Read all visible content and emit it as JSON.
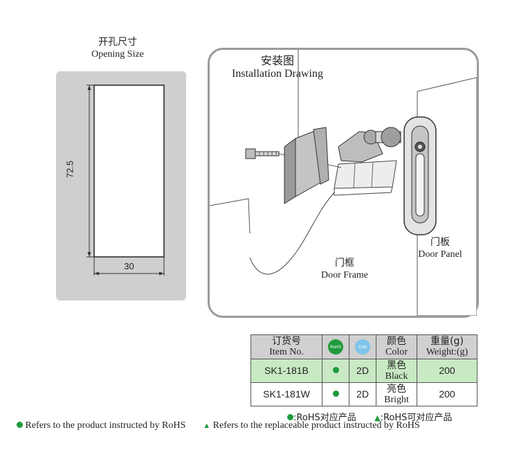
{
  "opening": {
    "title_cn": "开孔尺寸",
    "title_en": "Opening Size",
    "height_dim": "72.5",
    "width_dim": "30"
  },
  "installation": {
    "title_cn": "安装图",
    "title_en": "Installation Drawing",
    "door_panel_cn": "门板",
    "door_panel_en": "Door Panel",
    "door_frame_cn": "门框",
    "door_frame_en": "Door Frame"
  },
  "table": {
    "headers": {
      "item_cn": "订货号",
      "item_en": "Item No.",
      "rohs_badge": "RoHS",
      "cad_badge": "CAD",
      "color_cn": "颜色",
      "color_en": "Color",
      "weight_cn": "重量(g)",
      "weight_en": "Weight:(g)"
    },
    "rows": [
      {
        "item": "SK1-181B",
        "cad": "2D",
        "color_cn": "黑色",
        "color_en": "Black",
        "weight": "200"
      },
      {
        "item": "SK1-181W",
        "cad": "2D",
        "color_cn": "亮色",
        "color_en": "Bright",
        "weight": "200"
      }
    ]
  },
  "legend": {
    "rohs": ":RoHS对应产品",
    "replaceable": ":RoHS可对应产品"
  },
  "footer": {
    "rohs": "Refers to the product instructed by RoHS",
    "replaceable": "Refers to the replaceable product instructed by RoHS"
  },
  "colors": {
    "accent_green": "#1f9a3c",
    "row_highlight": "#c8e9c3",
    "panel_gray": "#cfcfcf",
    "cad_blue": "#7fc4ea"
  }
}
